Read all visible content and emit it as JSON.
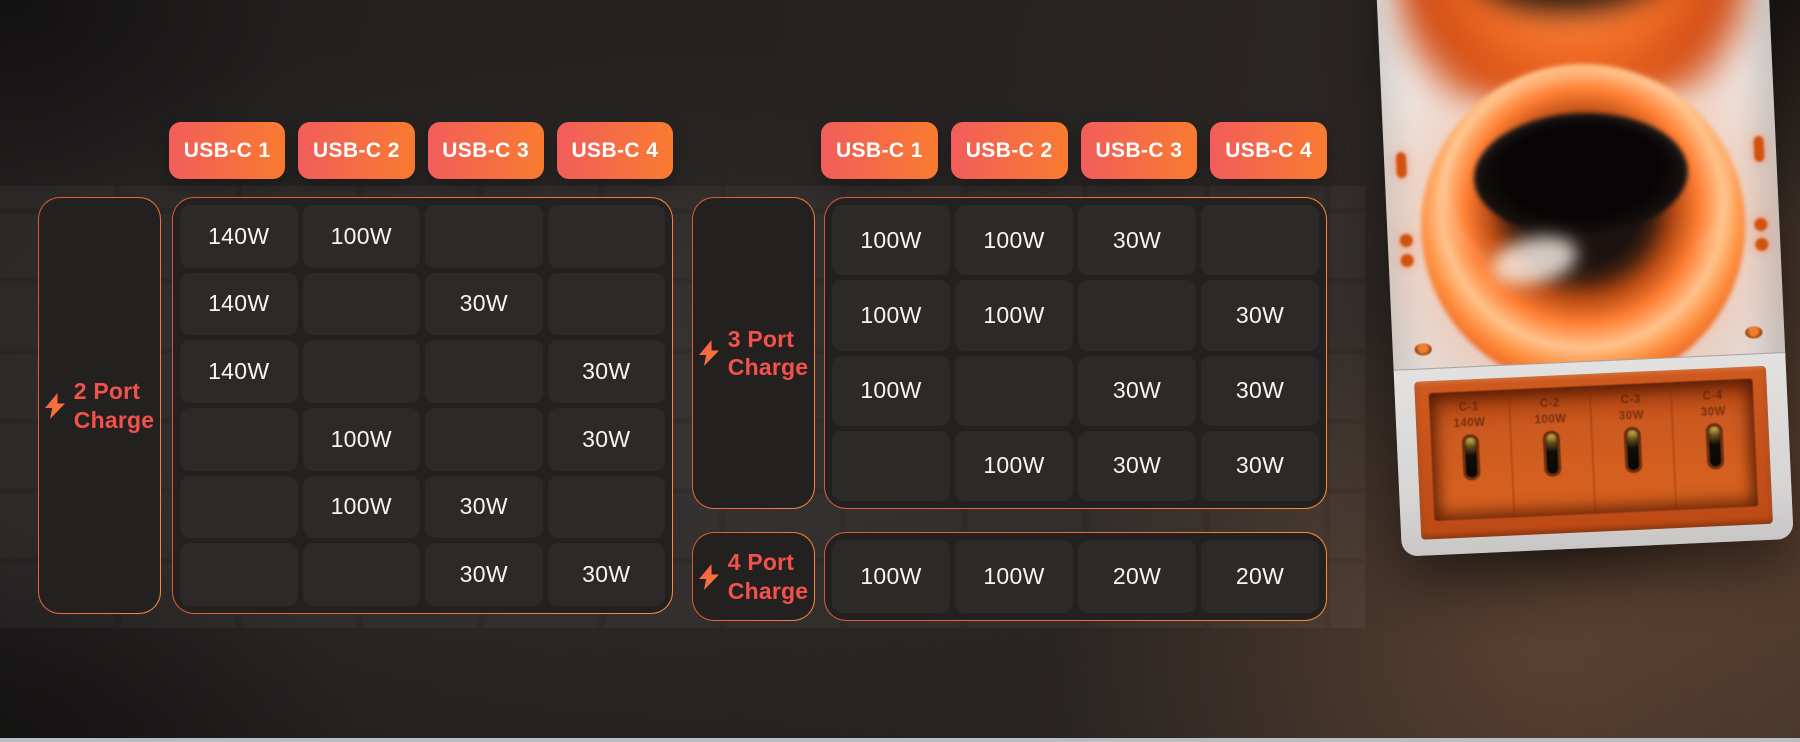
{
  "chart_data": [
    {
      "type": "table",
      "title": "2 Port Charge",
      "label_lines": [
        "2 Port",
        "Charge"
      ],
      "columns": [
        "USB-C 1",
        "USB-C 2",
        "USB-C 3",
        "USB-C 4"
      ],
      "rows": [
        [
          "140W",
          "100W",
          "",
          ""
        ],
        [
          "140W",
          "",
          "30W",
          ""
        ],
        [
          "140W",
          "",
          "",
          "30W"
        ],
        [
          "",
          "100W",
          "",
          "30W"
        ],
        [
          "",
          "100W",
          "30W",
          ""
        ],
        [
          "",
          "",
          "30W",
          "30W"
        ]
      ]
    },
    {
      "type": "table",
      "title": "3 Port Charge",
      "label_lines": [
        "3 Port",
        "Charge"
      ],
      "columns": [
        "USB-C 1",
        "USB-C 2",
        "USB-C 3",
        "USB-C 4"
      ],
      "rows": [
        [
          "100W",
          "100W",
          "30W",
          ""
        ],
        [
          "100W",
          "100W",
          "",
          "30W"
        ],
        [
          "100W",
          "",
          "30W",
          "30W"
        ],
        [
          "",
          "100W",
          "30W",
          "30W"
        ]
      ]
    },
    {
      "type": "table",
      "title": "4 Port Charge",
      "label_lines": [
        "4 Port",
        "Charge"
      ],
      "columns": [
        "USB-C 1",
        "USB-C 2",
        "USB-C 3",
        "USB-C 4"
      ],
      "rows": [
        [
          "100W",
          "100W",
          "20W",
          "20W"
        ]
      ]
    }
  ],
  "product": {
    "ports": [
      {
        "label": "C-1",
        "power": "140W"
      },
      {
        "label": "C-2",
        "power": "100W"
      },
      {
        "label": "C-3",
        "power": "30W"
      },
      {
        "label": "C-4",
        "power": "30W"
      }
    ]
  },
  "colors": {
    "accent_red": "#f2524b",
    "accent_orange": "#f97b30",
    "pill_gradient_start": "#f25d5b",
    "pill_gradient_end": "#f97b30",
    "panel_border_start": "#d9543f",
    "panel_border_end": "#fd8b3c",
    "cell_bg": "#2c2928",
    "page_bg": "#242120",
    "value_text": "#f6f5f4",
    "bottom_strip": "#b9bec3"
  }
}
